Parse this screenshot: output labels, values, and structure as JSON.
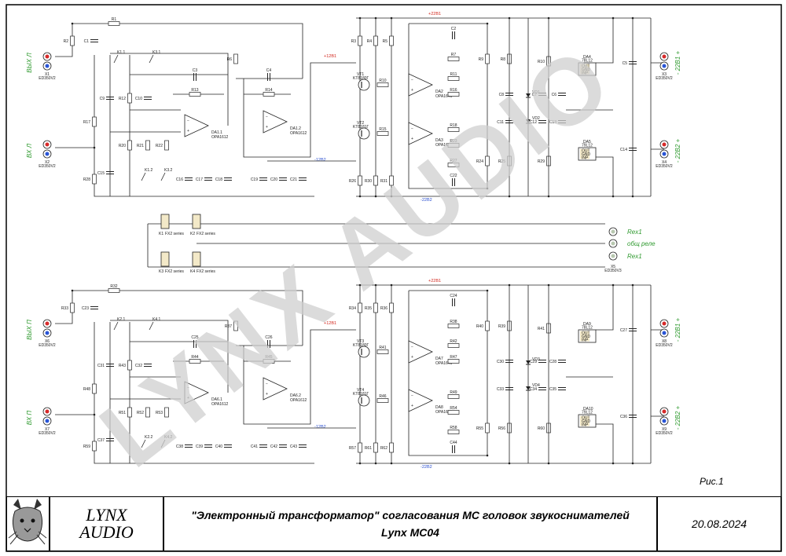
{
  "title_block": {
    "company": "LYNX\nAUDIO",
    "title_line1": "\"Электронный трансформатор\" согласования МС головок звукоснимателей",
    "title_line2": "Lynx MC04",
    "date": "20.08.2024",
    "logo_icon": "lynx-head-icon"
  },
  "figure_label": "Рис.1",
  "watermark": "LYNX AUDIO",
  "nets": {
    "p12": "+12В1",
    "m12": "-12В2",
    "p22": "+22В1",
    "m22": "-22В2"
  },
  "connectors": {
    "in_left": {
      "label": "ВЫХ Л",
      "ref": "X1",
      "part": "ED350V2"
    },
    "in_right": {
      "label": "ВХ Л",
      "ref": "X2",
      "part": "ED350V2"
    },
    "out_p22": {
      "label": "- 22В1 +",
      "ref": "X3",
      "part": "ED350V2"
    },
    "out_m22": {
      "label": "- 22В2 +",
      "ref": "X4",
      "part": "ED350V2"
    },
    "relay": {
      "ref": "X5",
      "part": "ED350V3",
      "pins": [
        "Rex1",
        "общ реле",
        "Rex1"
      ]
    },
    "in_left2": {
      "label": "ВЫХ П",
      "ref": "X6",
      "part": "ED350V2"
    },
    "in_right2": {
      "label": "ВХ П",
      "ref": "X7",
      "part": "ED350V2"
    },
    "out_p22_2": {
      "label": "- 22В1 +",
      "ref": "X8",
      "part": "ED350V2"
    },
    "out_m22_2": {
      "label": "- 22В2 +",
      "ref": "X9",
      "part": "ED350V2"
    }
  },
  "relays": [
    {
      "ref": "K1",
      "part": "FX2 series"
    },
    {
      "ref": "K2",
      "part": "FX2 series"
    },
    {
      "ref": "K3",
      "part": "FX2 series"
    },
    {
      "ref": "K4",
      "part": "FX2 series"
    }
  ],
  "top": {
    "opamps": [
      {
        "ref": "DA1.1",
        "part": "OPA1612"
      },
      {
        "ref": "DA1.2",
        "part": "OPA1612"
      },
      {
        "ref": "DA2",
        "part": "OPA1641"
      },
      {
        "ref": "DA3",
        "part": "OPA1641"
      }
    ],
    "transistors": [
      {
        "ref": "VT1",
        "part": "KT8180Г"
      },
      {
        "ref": "VT2",
        "part": "KT8181Г"
      }
    ],
    "regs": [
      {
        "ref": "DA4",
        "part": "78L12",
        "pins": [
          "OUT",
          "GND",
          "INP"
        ]
      },
      {
        "ref": "DA5",
        "part": "79L12",
        "pins": [
          "OUT",
          "GND",
          "INP"
        ]
      }
    ],
    "diodes": [
      "VD1",
      "VD2"
    ],
    "resistors": [
      "R1",
      "R2",
      "R3",
      "R4",
      "R5",
      "R6",
      "R7",
      "R8",
      "R9",
      "R10",
      "R11",
      "R12",
      "R13",
      "R14",
      "R15",
      "R16",
      "R17",
      "R18",
      "R19",
      "R20",
      "R21",
      "R22",
      "R23",
      "R24",
      "R25",
      "R26",
      "R27",
      "R28",
      "R29",
      "R30",
      "R31"
    ],
    "capacitors": [
      "C1",
      "C2",
      "C3",
      "C4",
      "C5",
      "C6",
      "C7",
      "C8",
      "C9",
      "C10",
      "C11",
      "C12",
      "C13",
      "C14",
      "C15",
      "C16",
      "C17",
      "C18",
      "C19",
      "C20",
      "C21",
      "C22"
    ],
    "switches": [
      "K1.1",
      "K3.1",
      "K1.2",
      "K3.2"
    ]
  },
  "bottom": {
    "opamps": [
      {
        "ref": "DA6.1",
        "part": "OPA1612"
      },
      {
        "ref": "DA6.2",
        "part": "OPA1612"
      },
      {
        "ref": "DA7",
        "part": "OPA1641"
      },
      {
        "ref": "DA8",
        "part": "OPA1641"
      }
    ],
    "transistors": [
      {
        "ref": "VT3",
        "part": "KT8180Г"
      },
      {
        "ref": "VT4",
        "part": "KT8181Г"
      }
    ],
    "regs": [
      {
        "ref": "DA9",
        "part": "78L12",
        "pins": [
          "OUT",
          "GND",
          "INP"
        ]
      },
      {
        "ref": "DA10",
        "part": "79L12",
        "pins": [
          "OUT",
          "GND",
          "INP"
        ]
      }
    ],
    "diodes": [
      "VD3",
      "VD4"
    ],
    "resistors": [
      "R32",
      "R33",
      "R34",
      "R35",
      "R36",
      "R37",
      "R38",
      "R39",
      "R40",
      "R41",
      "R42",
      "R43",
      "R44",
      "R45",
      "R46",
      "R47",
      "R48",
      "R49",
      "R50",
      "R51",
      "R52",
      "R53",
      "R54",
      "R55",
      "R56",
      "R57",
      "R58",
      "R59",
      "R60",
      "R61",
      "R62"
    ],
    "capacitors": [
      "C23",
      "C24",
      "C25",
      "C26",
      "C27",
      "C28",
      "C29",
      "C30",
      "C31",
      "C32",
      "C33",
      "C34",
      "C35",
      "C36",
      "C37",
      "C38",
      "C39",
      "C40",
      "C41",
      "C42",
      "C43",
      "C44",
      "C45"
    ],
    "switches": [
      "K2.1",
      "K4.1",
      "K2.2",
      "K4.2"
    ]
  }
}
